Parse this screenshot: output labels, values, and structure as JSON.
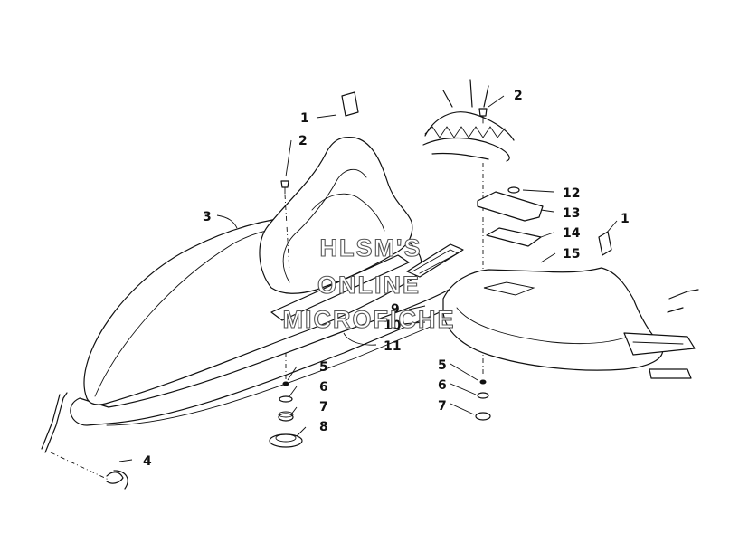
{
  "watermark": {
    "line1": "HLSM'S",
    "line2": "ONLINE",
    "line3": "MICROFICHE"
  },
  "callouts": [
    {
      "id": "c1a",
      "label": "1"
    },
    {
      "id": "c2a",
      "label": "2"
    },
    {
      "id": "c3",
      "label": "3"
    },
    {
      "id": "c4",
      "label": "4"
    },
    {
      "id": "c5a",
      "label": "5"
    },
    {
      "id": "c6a",
      "label": "6"
    },
    {
      "id": "c7a",
      "label": "7"
    },
    {
      "id": "c8",
      "label": "8"
    },
    {
      "id": "c9",
      "label": "9"
    },
    {
      "id": "c10",
      "label": "10"
    },
    {
      "id": "c11",
      "label": "11"
    },
    {
      "id": "c2b",
      "label": "2"
    },
    {
      "id": "c12",
      "label": "12"
    },
    {
      "id": "c13",
      "label": "13"
    },
    {
      "id": "c14",
      "label": "14"
    },
    {
      "id": "c15",
      "label": "15"
    },
    {
      "id": "c1b",
      "label": "1"
    },
    {
      "id": "c5b",
      "label": "5"
    },
    {
      "id": "c6b",
      "label": "6"
    },
    {
      "id": "c7b",
      "label": "7"
    }
  ]
}
